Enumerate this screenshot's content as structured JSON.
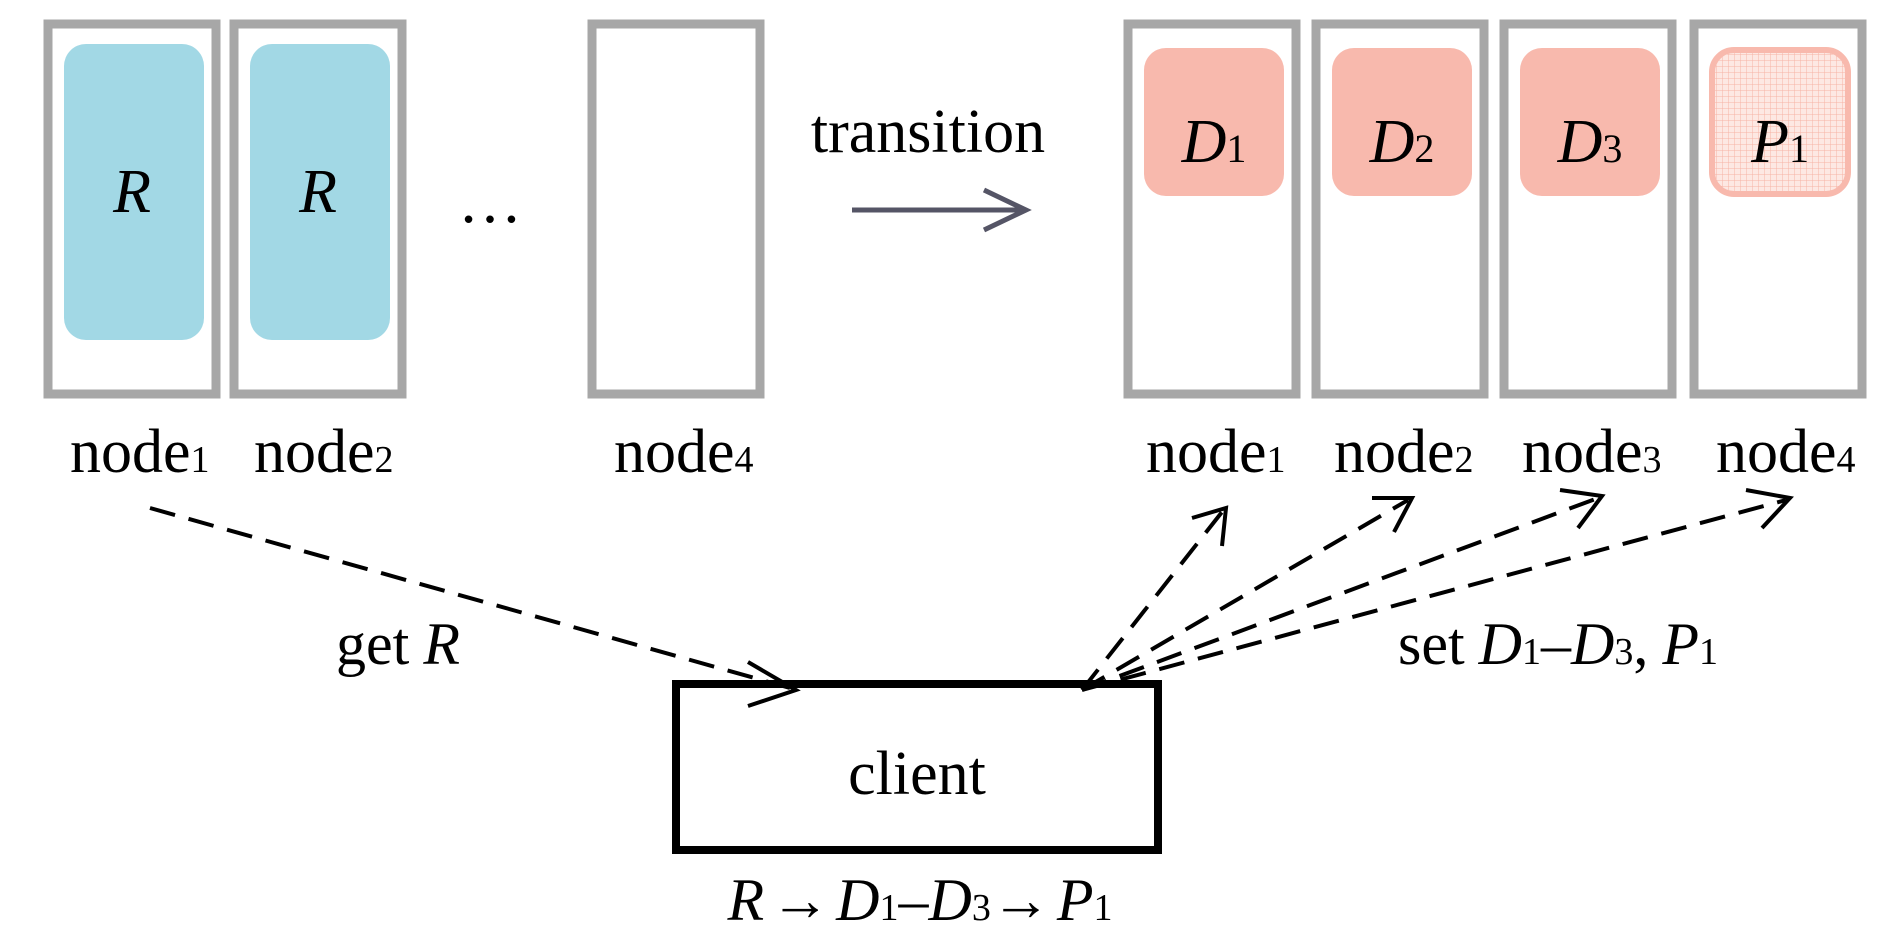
{
  "before": {
    "nodes": [
      {
        "label": "node",
        "sub": "1",
        "content": "R"
      },
      {
        "label": "node",
        "sub": "2",
        "content": "R"
      },
      {
        "label": "node",
        "sub": "4",
        "content": ""
      }
    ],
    "ellipsis": "…"
  },
  "transition": {
    "label": "transition"
  },
  "after": {
    "nodes": [
      {
        "label": "node",
        "sub": "1",
        "content": "D",
        "content_sub": "1"
      },
      {
        "label": "node",
        "sub": "2",
        "content": "D",
        "content_sub": "2"
      },
      {
        "label": "node",
        "sub": "3",
        "content": "D",
        "content_sub": "3"
      },
      {
        "label": "node",
        "sub": "4",
        "content": "P",
        "content_sub": "1"
      }
    ]
  },
  "client": {
    "label": "client",
    "flow": {
      "r": "R",
      "arrow1": "→",
      "d1": "D",
      "d1_sub": "1",
      "dash": "–",
      "d3": "D",
      "d3_sub": "3",
      "arrow2": "→",
      "p": "P",
      "p_sub": "1"
    }
  },
  "edges": {
    "get": {
      "word": "get",
      "var": "R"
    },
    "set": {
      "word": "set",
      "d1": "D",
      "d1_sub": "1",
      "dash": "–",
      "d3": "D",
      "d3_sub": "3",
      "comma": ",",
      "p": "P",
      "p_sub": "1"
    }
  },
  "colors": {
    "replica": "#a2d8e5",
    "data_chunk": "#f8b9ad",
    "parity_chunk_border": "#f8b9ad",
    "node_border": "#a7a7a7"
  }
}
